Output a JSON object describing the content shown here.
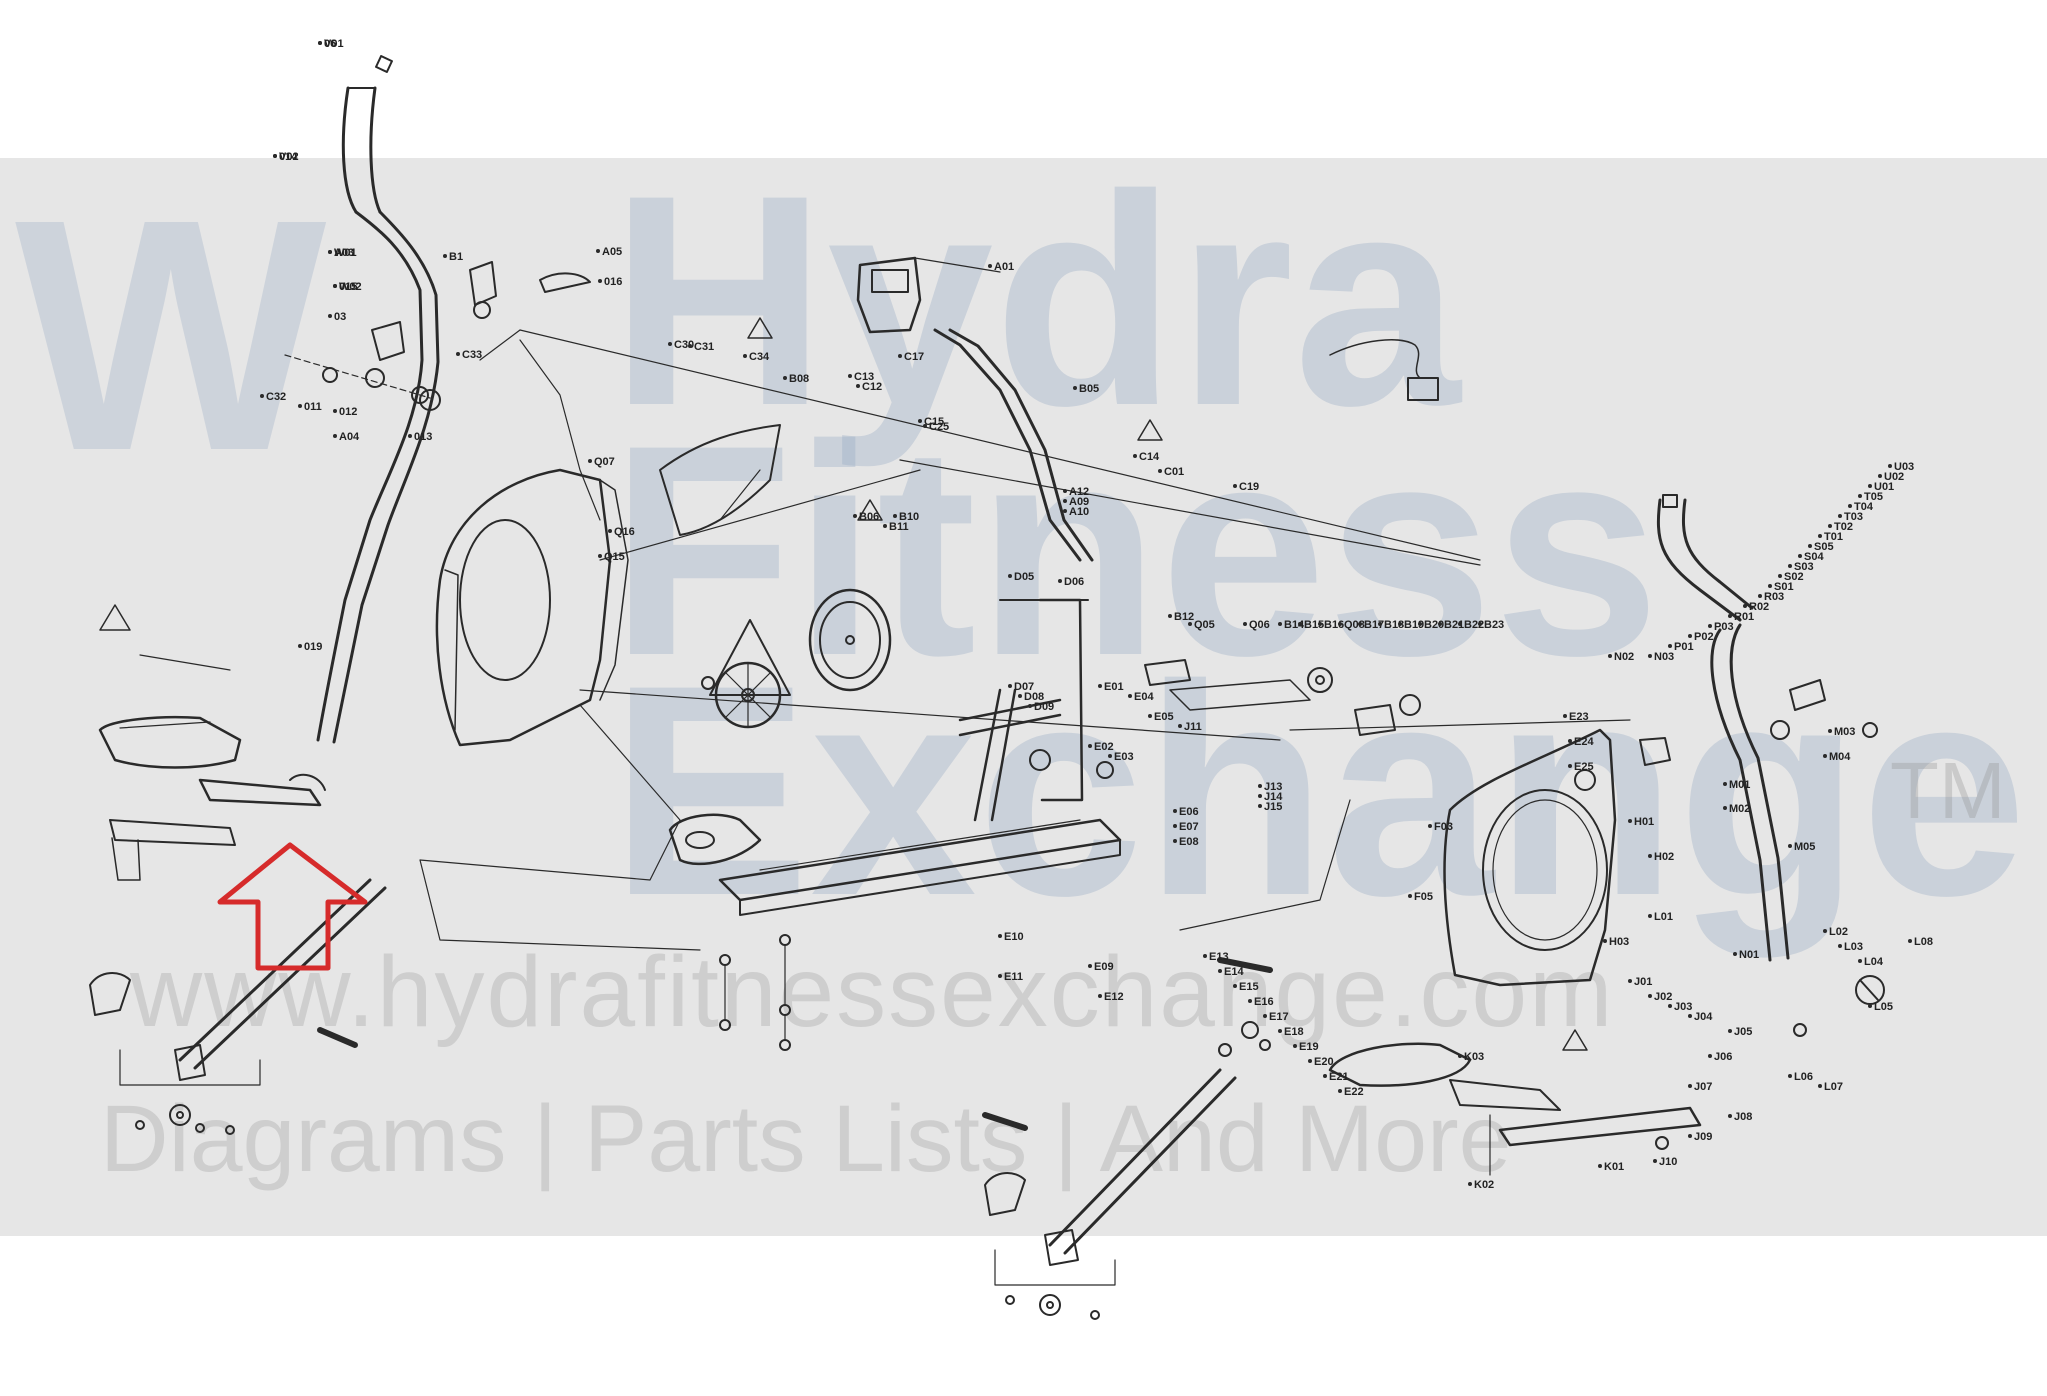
{
  "watermark": {
    "line1": "Hydra",
    "line2": "Fitness",
    "line3": "Exchange",
    "trademark": "TM",
    "url": "www.hydrafitnessexchange.com",
    "tagline": "Diagrams | Parts Lists | And More"
  },
  "colors": {
    "band": "#e6e6e6",
    "line": "#2a2a2a",
    "highlight_arrow": "#d62b2b",
    "watermark_logo": "#8fa6c4"
  },
  "part_labels": [
    "06",
    "014",
    "A03",
    "015",
    "03",
    "C32",
    "011",
    "012",
    "A04",
    "013",
    "B1",
    "A05",
    "019",
    "C33",
    "016",
    "C30",
    "C31",
    "C34",
    "C13",
    "C12",
    "C15",
    "C25",
    "A01",
    "C17",
    "B05",
    "C14",
    "C01",
    "C19",
    "A12",
    "A09",
    "A10",
    "Q07",
    "B08",
    "B06",
    "B10",
    "Q16",
    "Q15",
    "B11",
    "B12",
    "Q05",
    "Q06",
    "B14",
    "B15",
    "B16",
    "Q08",
    "B17",
    "B18",
    "B19",
    "B20",
    "B21",
    "B22",
    "B23",
    "J11",
    "J13",
    "J14",
    "J15",
    "D05",
    "D06",
    "D07",
    "D08",
    "D09",
    "E01",
    "E02",
    "E03",
    "E04",
    "E05",
    "E06",
    "E07",
    "E08",
    "E09",
    "E10",
    "E11",
    "E12",
    "E13",
    "E14",
    "E15",
    "E16",
    "E17",
    "E18",
    "E19",
    "E20",
    "E21",
    "E22",
    "E23",
    "E24",
    "E25",
    "F03",
    "F05",
    "H01",
    "H02",
    "H03",
    "J01",
    "J02",
    "J03",
    "J04",
    "J05",
    "J06",
    "J07",
    "J08",
    "J09",
    "J10",
    "K01",
    "K02",
    "K03",
    "L01",
    "L02",
    "L03",
    "L04",
    "L05",
    "L06",
    "L07",
    "L08",
    "M01",
    "M02",
    "M03",
    "M04",
    "M05",
    "N01",
    "N02",
    "N03",
    "P01",
    "P02",
    "P03",
    "R01",
    "R02",
    "R03",
    "S01",
    "S02",
    "S03",
    "S04",
    "S05",
    "T01",
    "T02",
    "T03",
    "T04",
    "T05",
    "U01",
    "U02",
    "U03",
    "V01",
    "V02",
    "W01",
    "W02"
  ]
}
